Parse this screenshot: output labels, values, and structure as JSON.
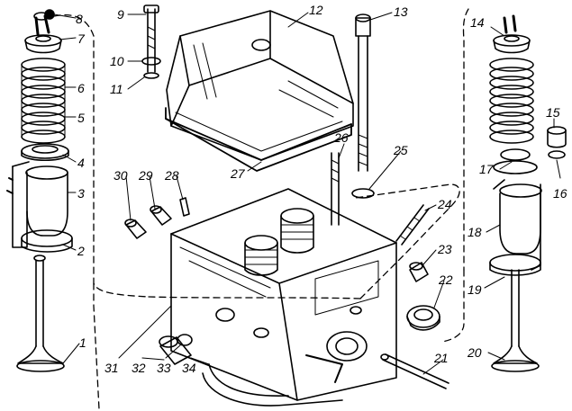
{
  "diagram": {
    "labels": {
      "l1": "1",
      "l2": "2",
      "l3": "3",
      "l4": "4",
      "l5": "5",
      "l6": "6",
      "l7": "7",
      "l8": "8",
      "l9": "9",
      "l10": "10",
      "l11": "11",
      "l12": "12",
      "l13": "13",
      "l14": "14",
      "l15": "15",
      "l16": "16",
      "l17": "17",
      "l18": "18",
      "l19": "19",
      "l20": "20",
      "l21": "21",
      "l22": "22",
      "l23": "23",
      "l24": "24",
      "l25": "25",
      "l26": "26",
      "l27": "27",
      "l28": "28",
      "l29": "29",
      "l30": "30",
      "l31": "31",
      "l32": "32",
      "l33": "33",
      "l34": "34"
    },
    "colors": {
      "ink": "#000000",
      "paper": "#ffffff"
    }
  }
}
